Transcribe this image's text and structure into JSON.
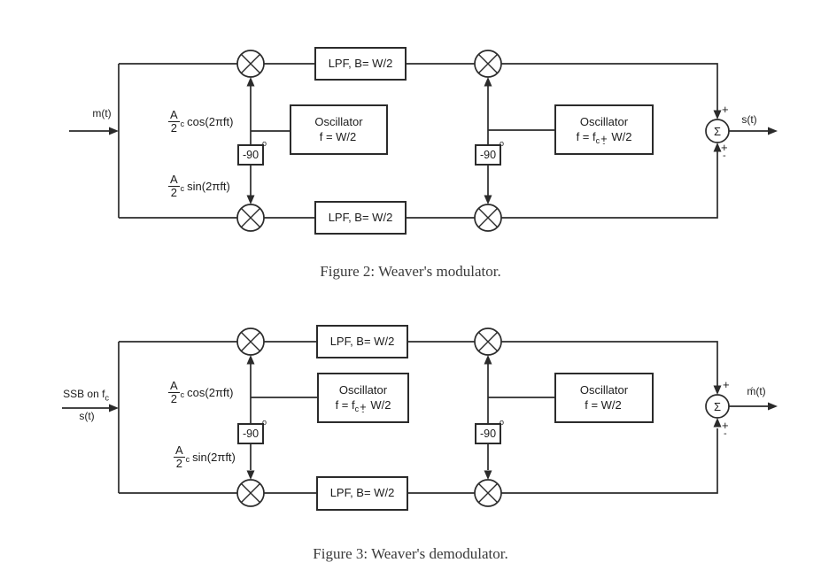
{
  "figure2": {
    "caption": "Figure 2: Weaver's modulator.",
    "input_label": "m(t)",
    "output_label": "s(t)",
    "cos_label": {
      "num": "A",
      "sub": "c",
      "den": "2",
      "fn": "cos(2πft)"
    },
    "sin_label": {
      "num": "A",
      "sub": "c",
      "den": "2",
      "fn": "sin(2πft)"
    },
    "lpf_top": "LPF, B= W/2",
    "lpf_bottom": "LPF, B= W/2",
    "osc1": {
      "line1": "Oscillator",
      "pre": "f = W/2",
      "sub": "",
      "pm_plus": "",
      "pm_minus": "",
      "post": ""
    },
    "osc2": {
      "line1": "Oscillator",
      "pre": "f = f",
      "sub": "c",
      "pm_plus": "+",
      "pm_minus": "-",
      "post": " W/2"
    },
    "phase_left": {
      "value": "-90",
      "deg": "o"
    },
    "phase_right": {
      "value": "-90",
      "deg": "o"
    },
    "summer": {
      "symbol": "Σ",
      "top_sign": "+",
      "bottom_plus": "+",
      "bottom_minus": "-"
    }
  },
  "figure3": {
    "caption": "Figure 3: Weaver's demodulator.",
    "input_line1": "SSB on f",
    "input_line1_sub": "c",
    "input_line2": "s(t)",
    "output_label": "ḿ(t)",
    "cos_label": {
      "num": "A",
      "sub": "c",
      "den": "2",
      "fn": "cos(2πft)"
    },
    "sin_label": {
      "num": "A",
      "sub": "c",
      "den": "2",
      "fn": "sin(2πft)"
    },
    "lpf_top": "LPF, B= W/2",
    "lpf_bottom": "LPF, B= W/2",
    "osc1": {
      "line1": "Oscillator",
      "pre": "f = f",
      "sub": "c",
      "pm_plus": "+",
      "pm_minus": "-",
      "post": " W/2"
    },
    "osc2": {
      "line1": "Oscillator",
      "pre": "f = W/2",
      "sub": "",
      "pm_plus": "",
      "pm_minus": "",
      "post": ""
    },
    "phase_left": {
      "value": "-90",
      "deg": "o"
    },
    "phase_right": {
      "value": "-90",
      "deg": "o"
    },
    "summer": {
      "symbol": "Σ",
      "top_sign": "+",
      "bottom_plus": "+",
      "bottom_minus": "-"
    }
  }
}
